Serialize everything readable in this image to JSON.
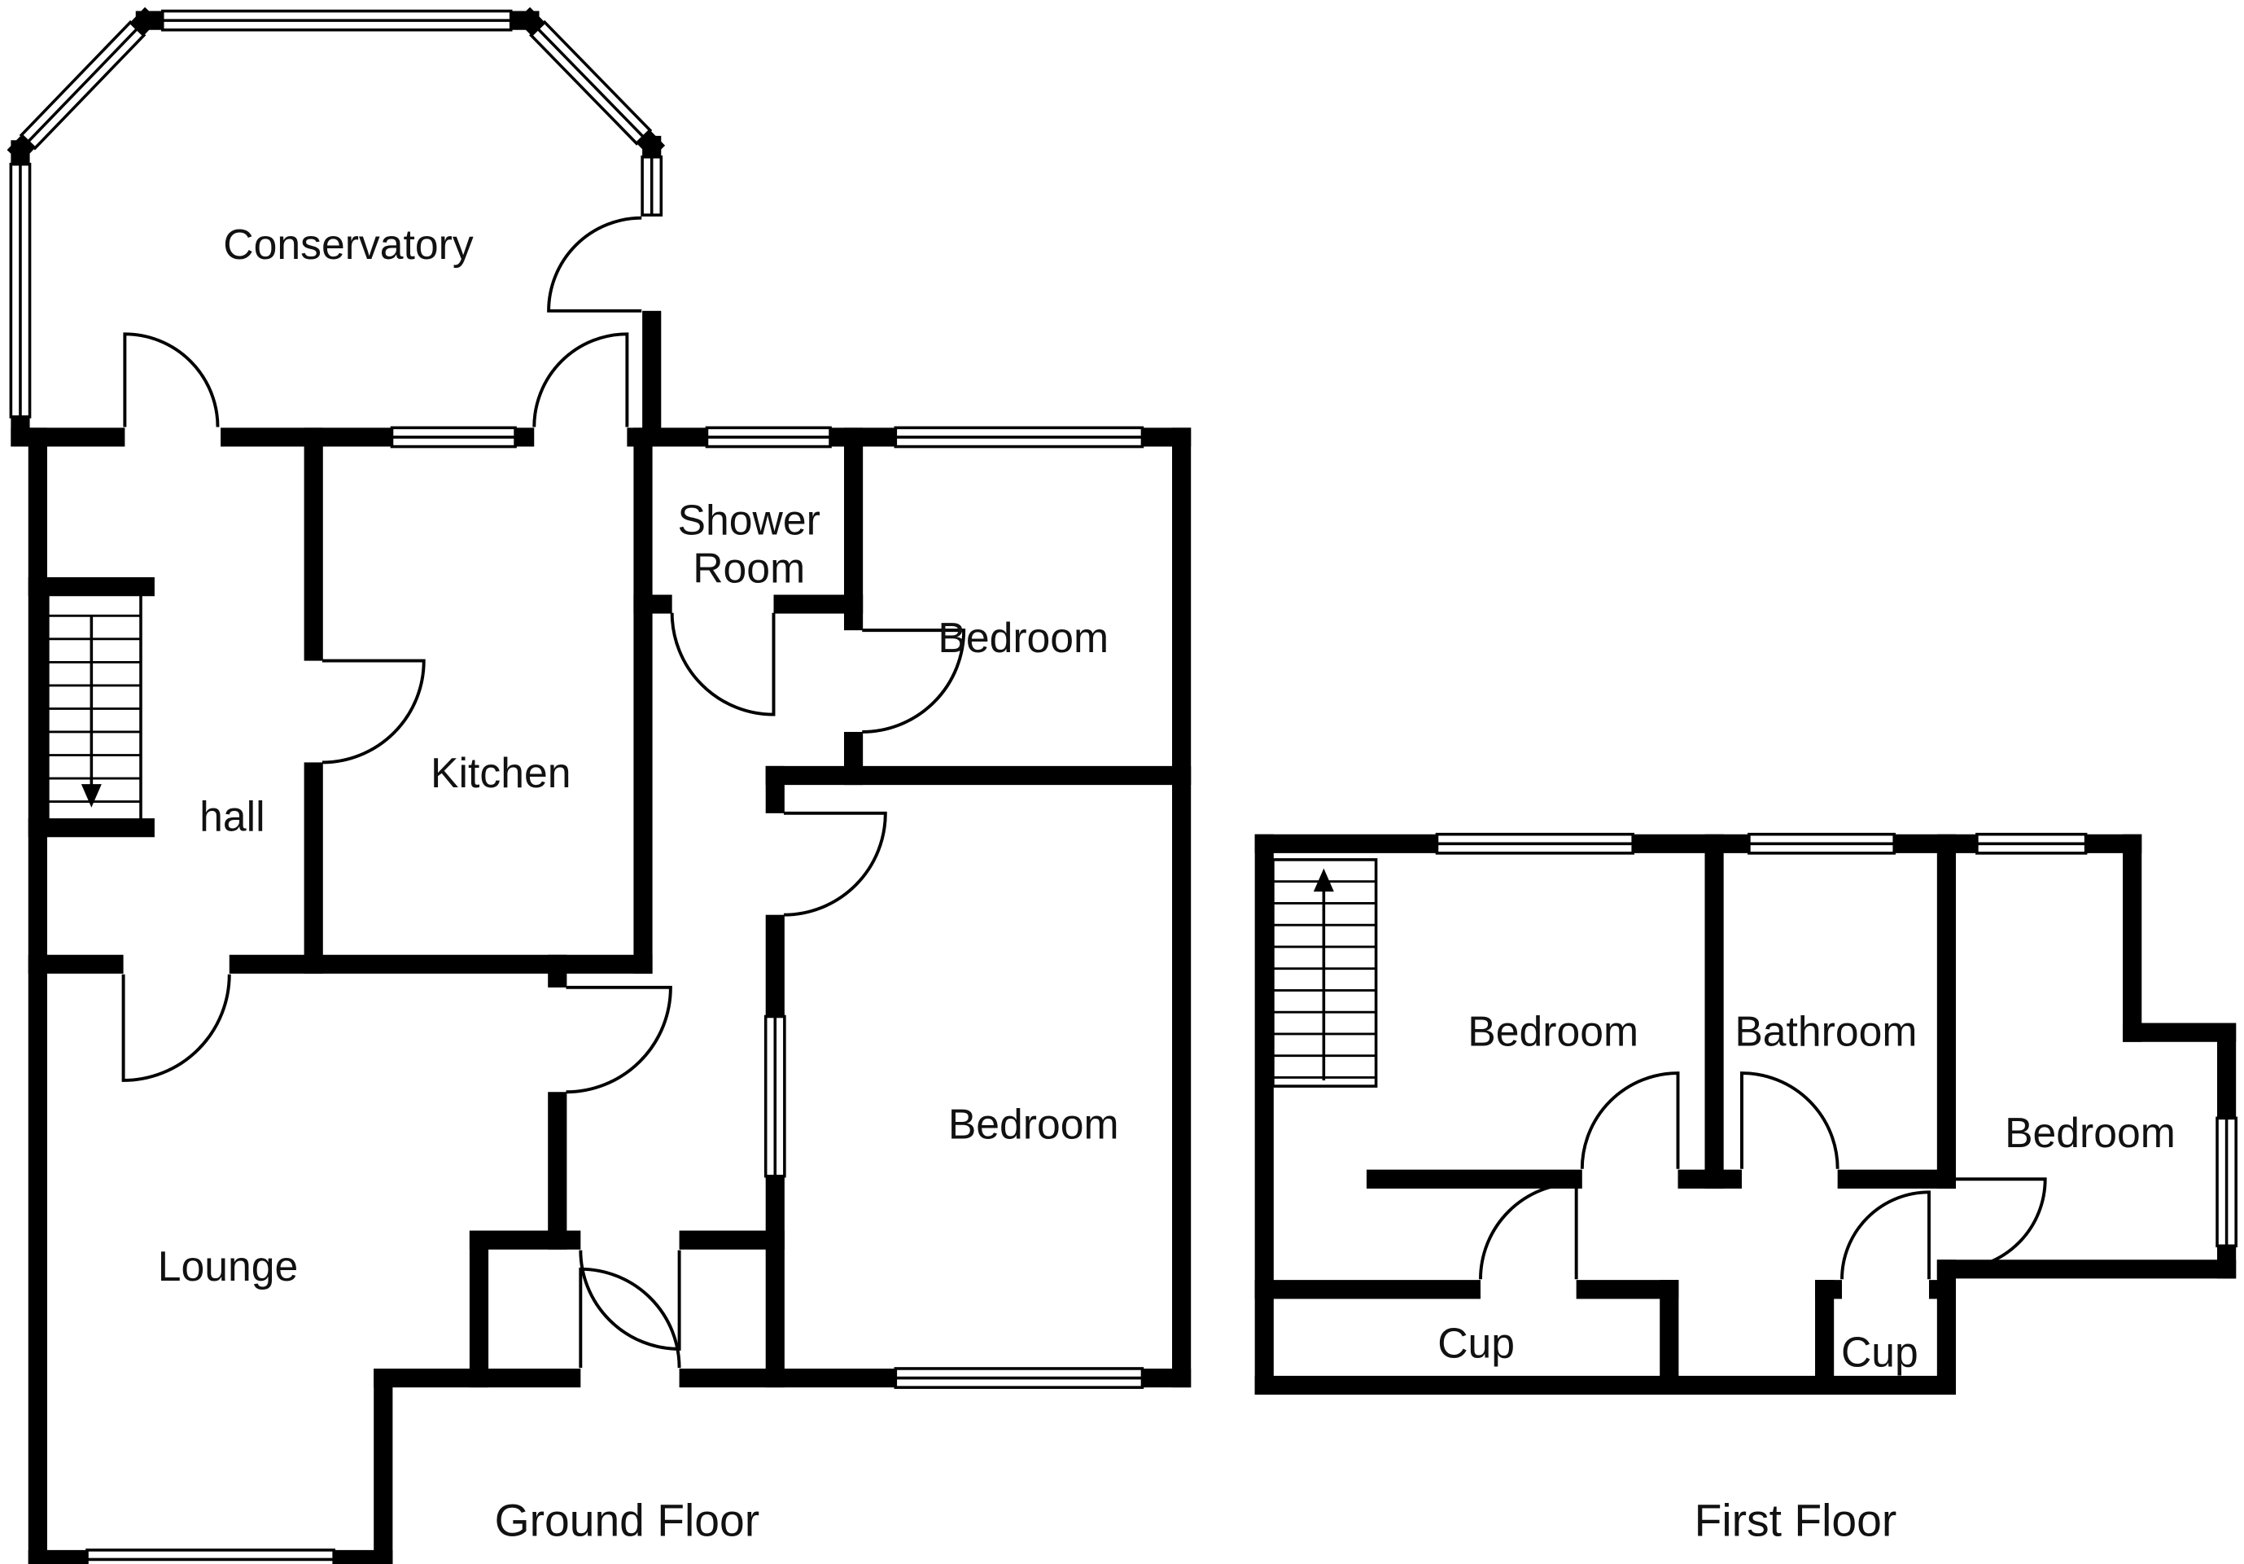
{
  "plan": {
    "wall_color": "#000000",
    "text_color": "#111111",
    "background": "#ffffff"
  },
  "ground_floor": {
    "caption": "Ground Floor",
    "rooms": {
      "conservatory": "Conservatory",
      "shower_line1": "Shower",
      "shower_line2": "Room",
      "bedroom_top": "Bedroom",
      "kitchen": "Kitchen",
      "hall": "hall",
      "bedroom_bottom": "Bedroom",
      "lounge": "Lounge"
    }
  },
  "first_floor": {
    "caption": "First Floor",
    "rooms": {
      "bedroom_left": "Bedroom",
      "bathroom": "Bathroom",
      "bedroom_right": "Bedroom",
      "cup_left": "Cup",
      "cup_right": "Cup"
    }
  }
}
